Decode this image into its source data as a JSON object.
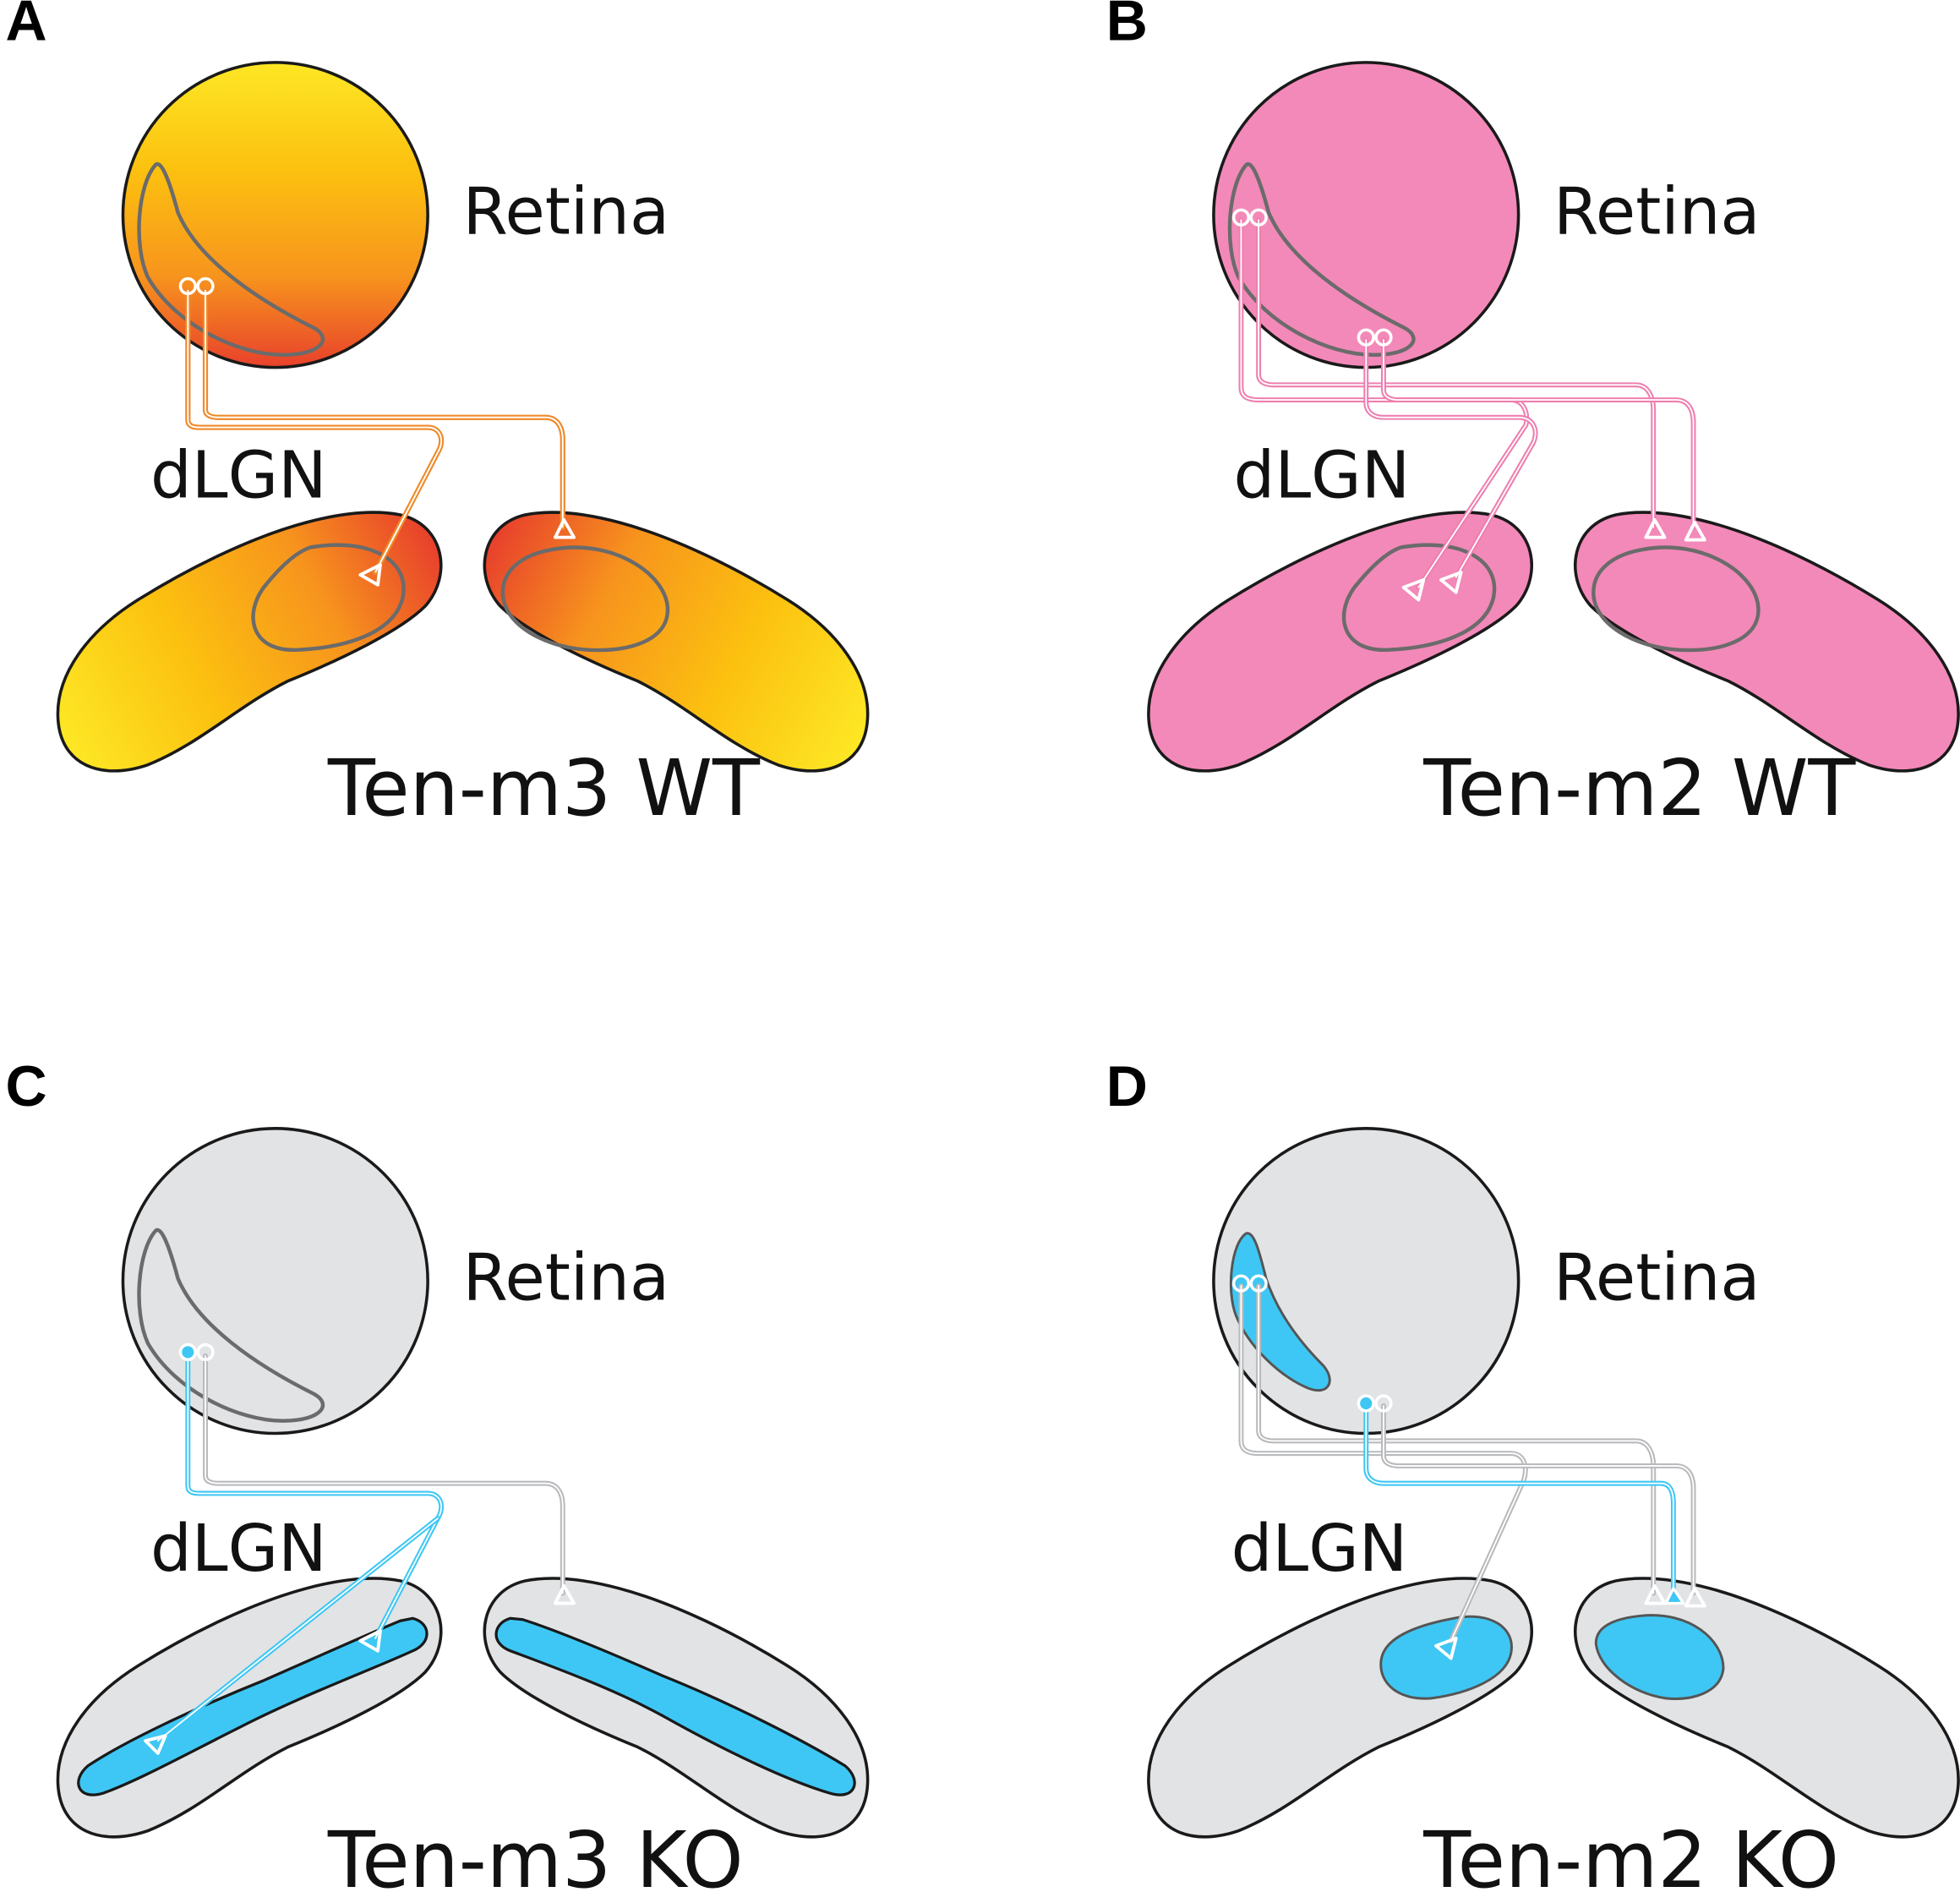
{
  "panels": [
    {
      "letter": "A",
      "retina_label": "Retina",
      "dlgn_label": "dLGN",
      "caption": "Ten-m3 WT"
    },
    {
      "letter": "B",
      "retina_label": "Retina",
      "dlgn_label": "dLGN",
      "caption": "Ten-m2 WT"
    },
    {
      "letter": "C",
      "retina_label": "Retina",
      "dlgn_label": "dLGN",
      "caption": "Ten-m3 KO"
    },
    {
      "letter": "D",
      "retina_label": "Retina",
      "dlgn_label": "dLGN",
      "caption": "Ten-m2 KO"
    }
  ],
  "colors": {
    "ten_m3_gradient": [
      "#fde725",
      "#fcc10f",
      "#f7941d",
      "#e8412c"
    ],
    "ten_m3_axon": "#ef8a2a",
    "ten_m2": "#f389b8",
    "ten_m2_axon": "#ee7fb0",
    "ko_background": "#e2e3e5",
    "ko_axon": "#b9babd",
    "ko_zone": "#3ec7f4"
  }
}
